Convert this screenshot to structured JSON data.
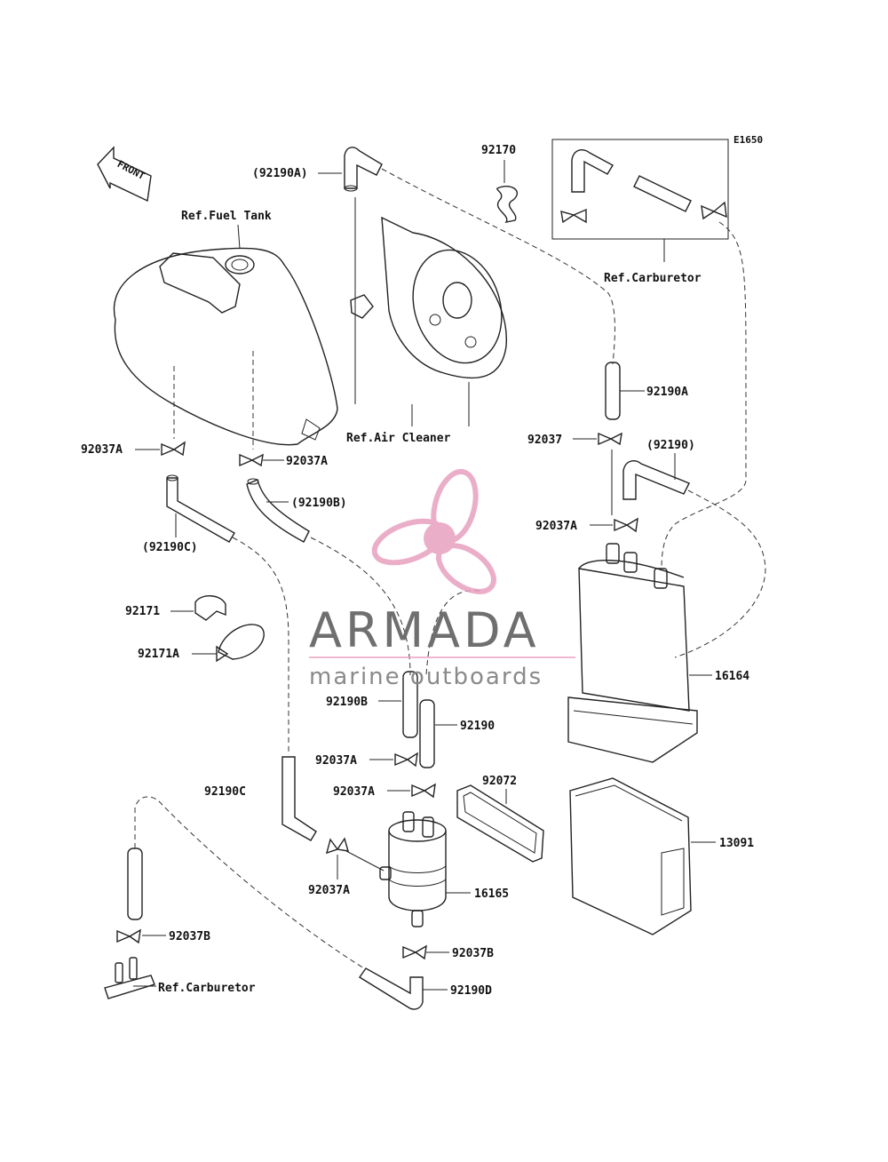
{
  "diagram_code": "E1650",
  "front_label": "FRONT",
  "refs": {
    "fuel_tank": "Ref.Fuel Tank",
    "air_cleaner": "Ref.Air Cleaner",
    "carburetor_top": "Ref.Carburetor",
    "carburetor_bottom": "Ref.Carburetor"
  },
  "parts": {
    "p92190A_paren": "(92190A)",
    "p92170": "92170",
    "p92190A": "92190A",
    "p92037": "92037",
    "p92190_paren": "(92190)",
    "p92037A_right": "92037A",
    "p92037A_left": "92037A",
    "p92037A_mid": "92037A",
    "p92190B_paren": "(92190B)",
    "p92190C_paren": "(92190C)",
    "p92171": "92171",
    "p92171A": "92171A",
    "p16164": "16164",
    "p92190B": "92190B",
    "p92190": "92190",
    "p92037A_a": "92037A",
    "p92190C": "92190C",
    "p92037A_b": "92037A",
    "p92072": "92072",
    "p13091": "13091",
    "p92037A_c": "92037A",
    "p16165": "16165",
    "p92037B_left": "92037B",
    "p92037B_right": "92037B",
    "p92190D": "92190D"
  },
  "watermark": {
    "brand": "ARMADA",
    "tagline": "marine outboards",
    "logo_color": "#e8a0bf",
    "text_color": "#6f6f6f"
  }
}
